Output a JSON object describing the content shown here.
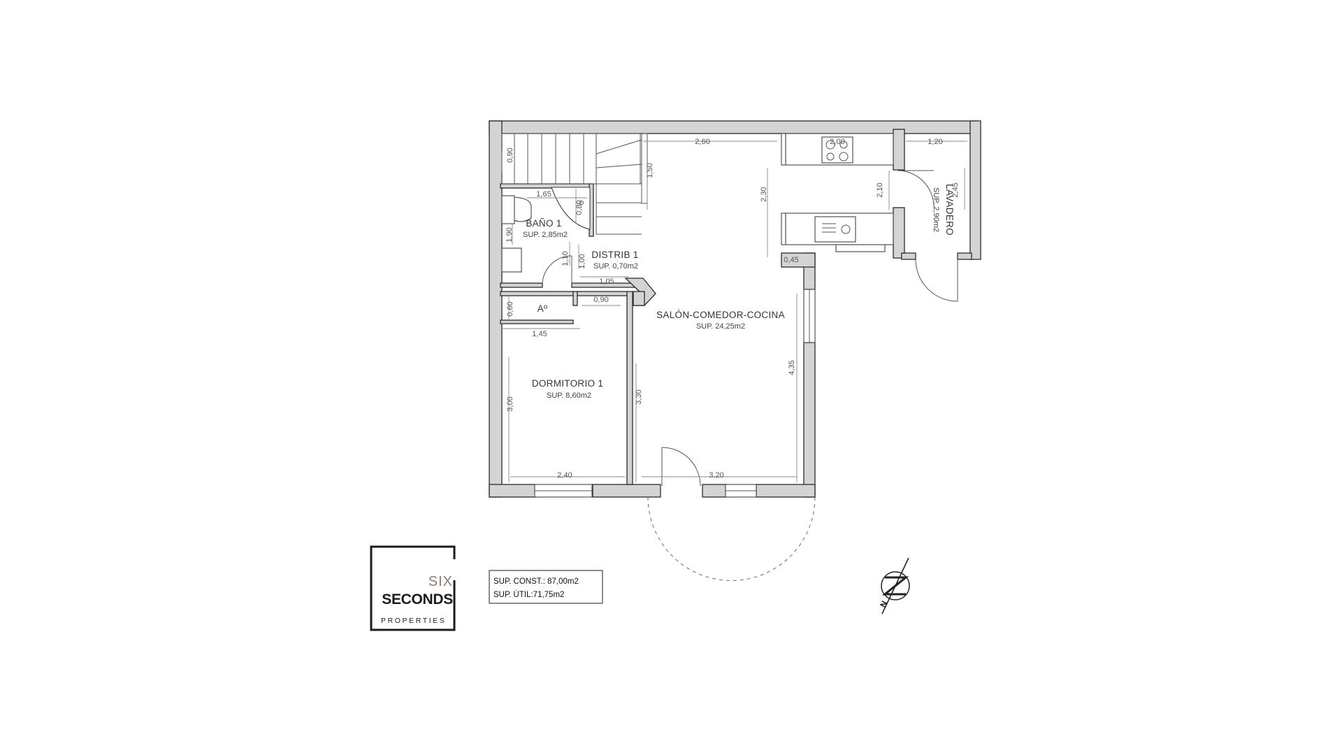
{
  "rooms": {
    "salon": {
      "name": "SALÓN-COMEDOR-COCINA",
      "area": "SUP. 24,25m2"
    },
    "dormitorio": {
      "name": "DORMITORIO 1",
      "area": "SUP. 8,60m2"
    },
    "bano": {
      "name": "BAÑO 1",
      "area": "SUP. 2,85m2"
    },
    "distrib": {
      "name": "DISTRIB 1",
      "area": "SUP. 0,70m2"
    },
    "lavadero": {
      "name": "LAVADERO",
      "area": "SUP. 2,90m2"
    },
    "armario": {
      "name": "Aº"
    }
  },
  "dimensions": {
    "d_2_60": "2,60",
    "d_0_90_stair": "0,90",
    "d_1_50": "1,50",
    "d_2_00": "2,00",
    "d_1_20": "1,20",
    "d_2_10": "2,10",
    "d_2_45": "2,45",
    "d_2_30": "2,30",
    "d_1_65": "1,65",
    "d_0_80": "0,80",
    "d_1_90": "1,90",
    "d_1_10": "1,10",
    "d_1_00": "1,00",
    "d_1_05": "1,05",
    "d_0_45": "0,45",
    "d_0_60": "0,60",
    "d_0_90_wardrobe": "0,90",
    "d_1_45": "1,45",
    "d_3_00": "3,00",
    "d_3_30": "3,30",
    "d_4_35": "4,35",
    "d_2_40": "2,40",
    "d_3_20": "3,20"
  },
  "summary": {
    "construida": "SUP. CONST.: 87,00m2",
    "util": "SUP. ÚTIL:71,75m2"
  },
  "logo": {
    "six": "SIX",
    "seconds": "SECONDS",
    "properties": "PROPERTIES"
  },
  "compass": {
    "letter": "N"
  }
}
